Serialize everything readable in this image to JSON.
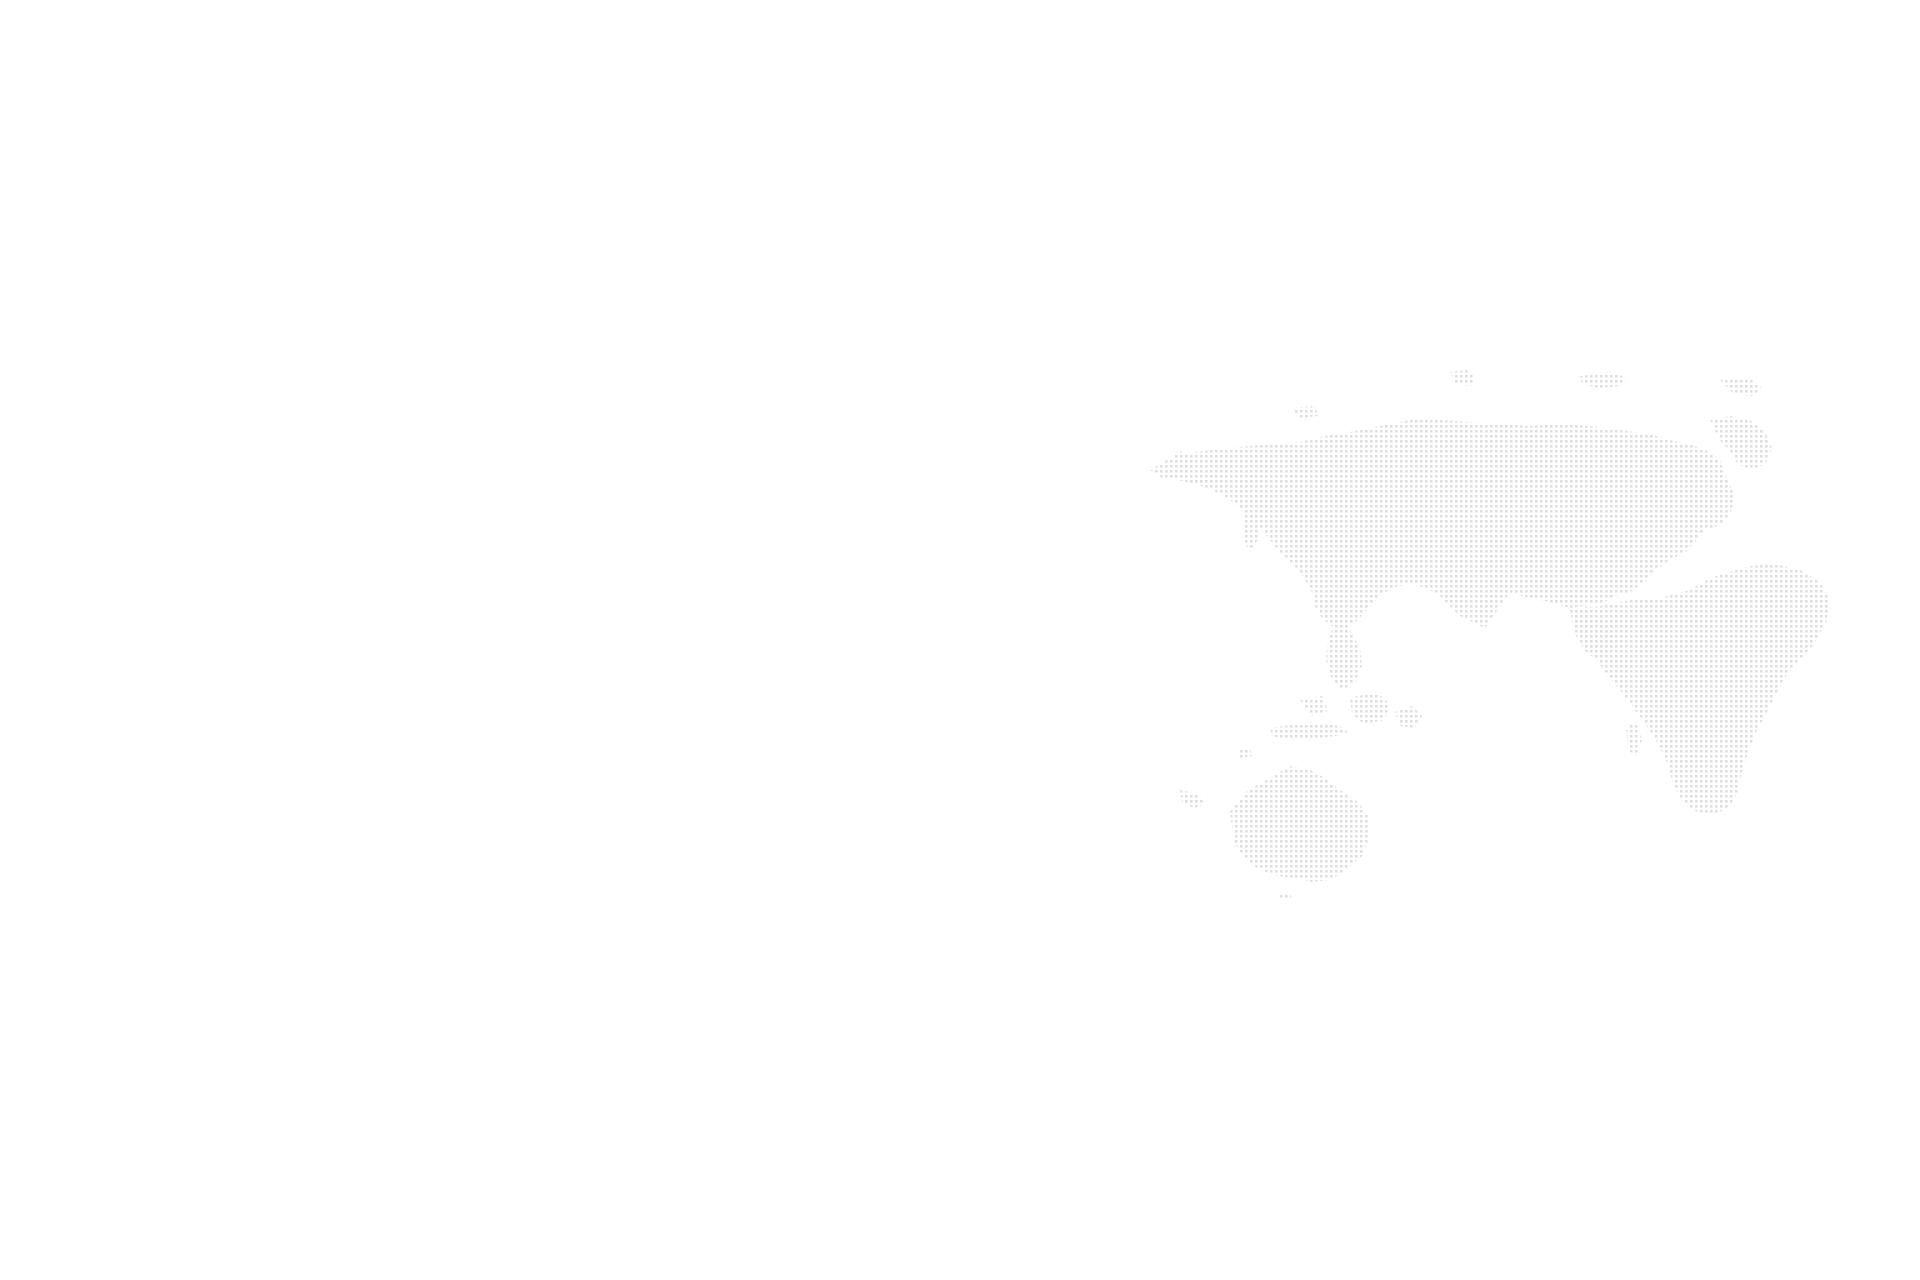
{
  "page": {
    "background_color": "#ffffff"
  },
  "map": {
    "style": "dotted world map",
    "dot_color": "#dedede",
    "regions": [
      "europe-asia-landmass",
      "scandinavia",
      "arctic-islands",
      "australia",
      "southeast-asia-islands",
      "africa-arabia"
    ]
  }
}
